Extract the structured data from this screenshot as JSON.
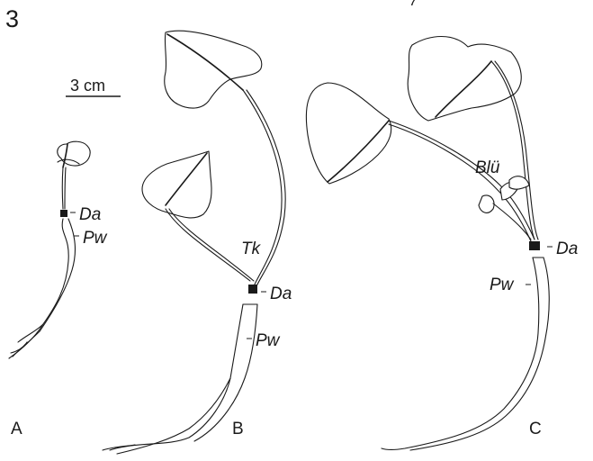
{
  "figure": {
    "number": "3",
    "stray_mark": "7",
    "scale_bar": {
      "label": "3 cm"
    },
    "panels": [
      {
        "id": "A",
        "letter": "A",
        "labels": [
          "Da",
          "Pw"
        ]
      },
      {
        "id": "B",
        "letter": "B",
        "labels": [
          "Tk",
          "Da",
          "Pw"
        ]
      },
      {
        "id": "C",
        "letter": "C",
        "labels": [
          "Blü",
          "Da",
          "Pw"
        ]
      }
    ]
  }
}
